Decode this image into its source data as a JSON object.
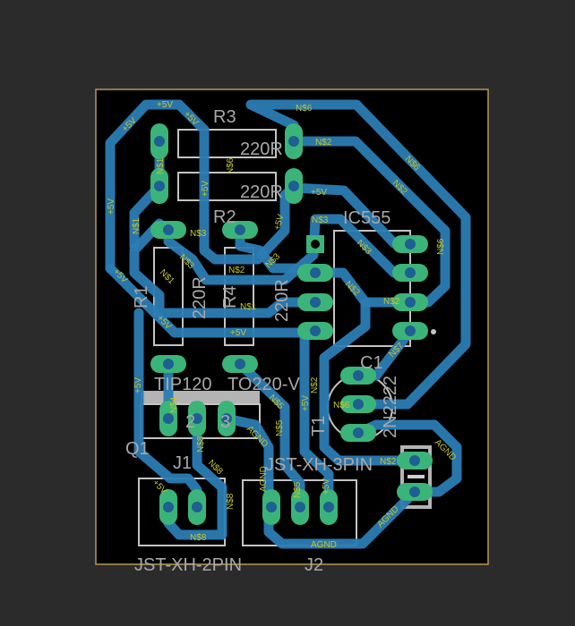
{
  "board": {
    "colors": {
      "background": "#2b2b2b",
      "board": "#000000",
      "outline": "#b89a52",
      "trace": "#2b7cb4",
      "pad": "#3bb47a",
      "silk": "#c4c4c4",
      "net_label": "#c6c62a"
    }
  },
  "parts": {
    "r3_name": "R3",
    "r3_value": "220R",
    "r2_name": "R2",
    "r2_value": "220R",
    "r1_name": "R1",
    "r1_value": "220R",
    "r4_name": "R4",
    "r4_value": "220R",
    "ic_name": "IC555",
    "q1_value": "TIP120",
    "q1_package": "TO220-V",
    "q1_name": "Q1",
    "c1_name": "C1",
    "t_value": "2N2222",
    "t_name": "T1",
    "j1_name": "J1",
    "j1_value": "JST-XH-2PIN",
    "j2_name": "J2",
    "j2_value": "JST-XH-3PIN",
    "q1_pin2": "2",
    "q1_pin3": "3",
    "cap_plus": "+"
  },
  "nets": [
    "+5V",
    "+5V",
    "+5V",
    "+5V",
    "N$6",
    "N$2",
    "N$1",
    "N$6",
    "+5V",
    "N$6",
    "N$2",
    "+5V",
    "N$1",
    "N$3",
    "N$3",
    "+5V",
    "N$3",
    "N$2",
    "N$3",
    "N$2",
    "N$6",
    "N$1",
    "N$3",
    "N$1",
    "+5V",
    "+5V",
    "+5V",
    "N$4",
    "N$5",
    "+5V",
    "N$2",
    "N$7",
    "N$6",
    "N$2",
    "AGND",
    "N$8",
    "N$8",
    "+5V",
    "N$8",
    "N$5",
    "AGND",
    "N$5",
    "+5V",
    "N$2",
    "AGND",
    "AGND",
    "AGND",
    "N$8",
    "+5V"
  ]
}
